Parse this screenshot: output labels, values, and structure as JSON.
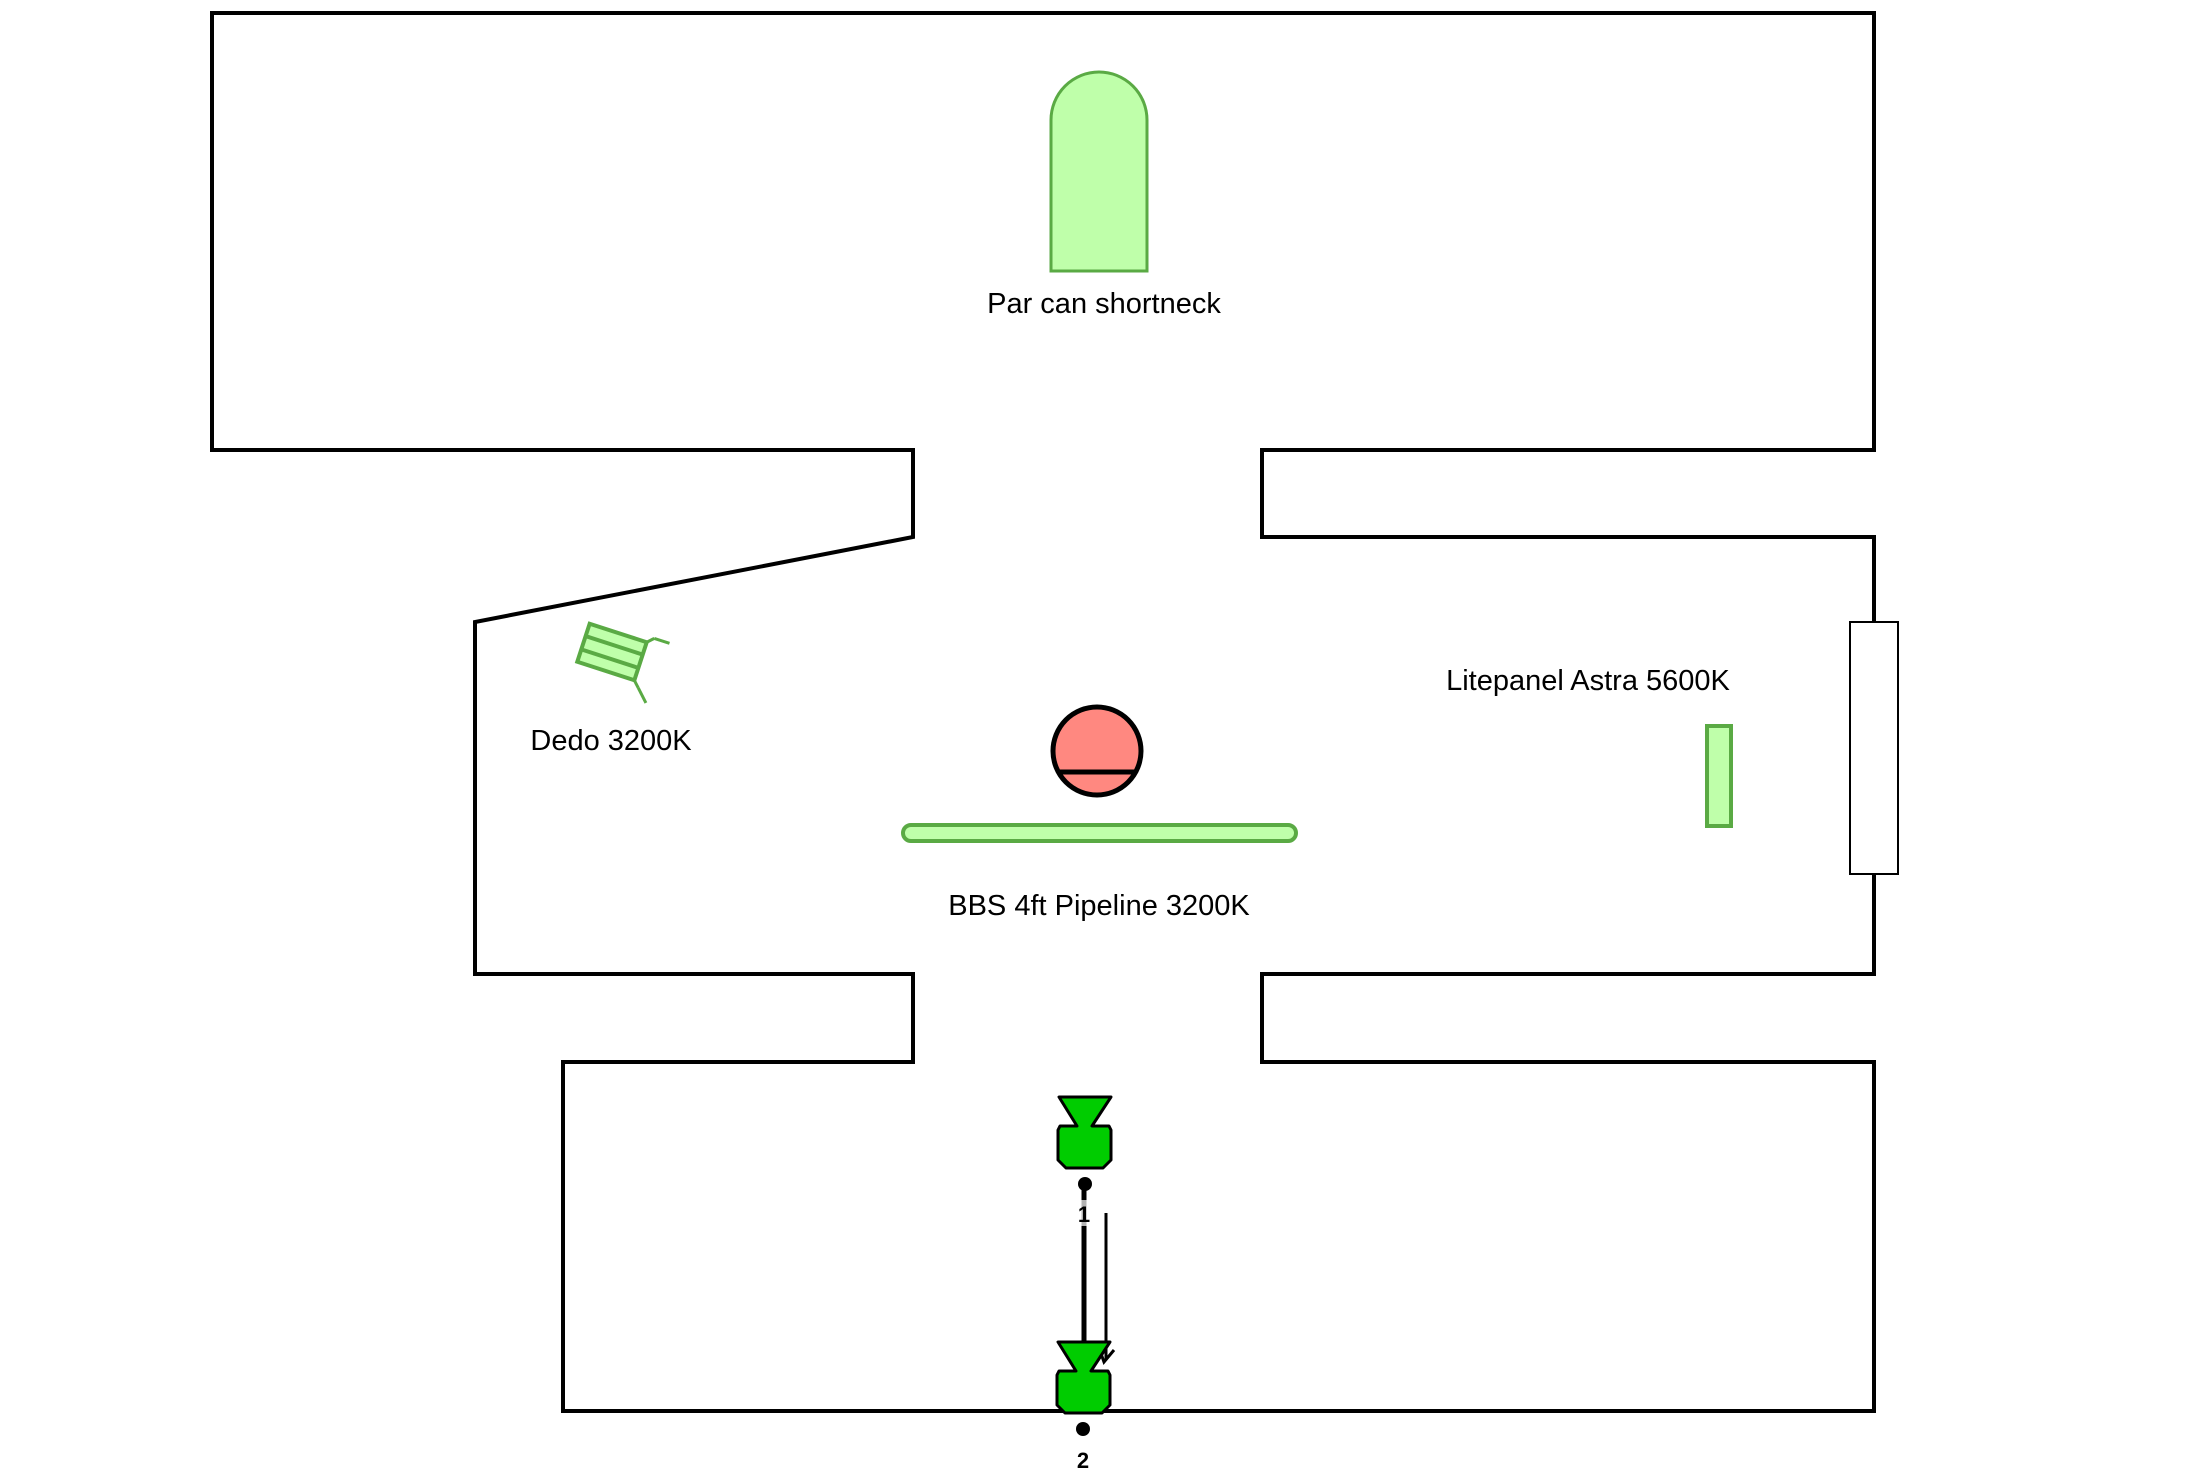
{
  "diagram": {
    "type": "lighting-plot",
    "colors": {
      "wall": "#000000",
      "light_fill": "#bfffaa",
      "light_stroke": "#5aaa44",
      "subject_fill": "#ff8880",
      "camera_fill": "#00cc00"
    },
    "lights": [
      {
        "id": "par-can",
        "label": "Par can shortneck"
      },
      {
        "id": "dedo",
        "label": "Dedo 3200K"
      },
      {
        "id": "pipeline",
        "label": "BBS 4ft Pipeline 3200K"
      },
      {
        "id": "litepanel",
        "label": "Litepanel Astra 5600K"
      }
    ],
    "subject": {
      "label": ""
    },
    "cameras": [
      {
        "id": "camera-1",
        "number": "1"
      },
      {
        "id": "camera-2",
        "number": "2"
      }
    ],
    "door": {
      "label": ""
    }
  }
}
